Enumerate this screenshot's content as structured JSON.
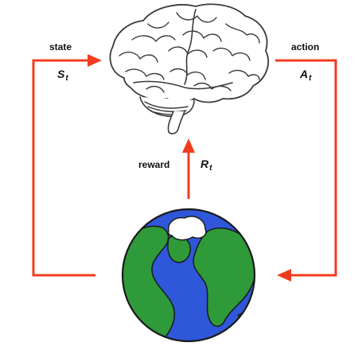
{
  "colors": {
    "arrow": "#f03c1e",
    "ocean": "#2f57d9",
    "land": "#2f9a3a",
    "ice": "#ffffff",
    "ink": "#1a1a1a",
    "brain_line": "#3a3a3a"
  },
  "icons": {
    "agent": "brain-icon",
    "environment": "earth-globe-icon"
  },
  "labels": {
    "state": {
      "word": "state",
      "symbol": "S",
      "subscript": "t"
    },
    "action": {
      "word": "action",
      "symbol": "A",
      "subscript": "t"
    },
    "reward": {
      "word": "reward",
      "symbol": "R",
      "subscript": "t"
    }
  }
}
